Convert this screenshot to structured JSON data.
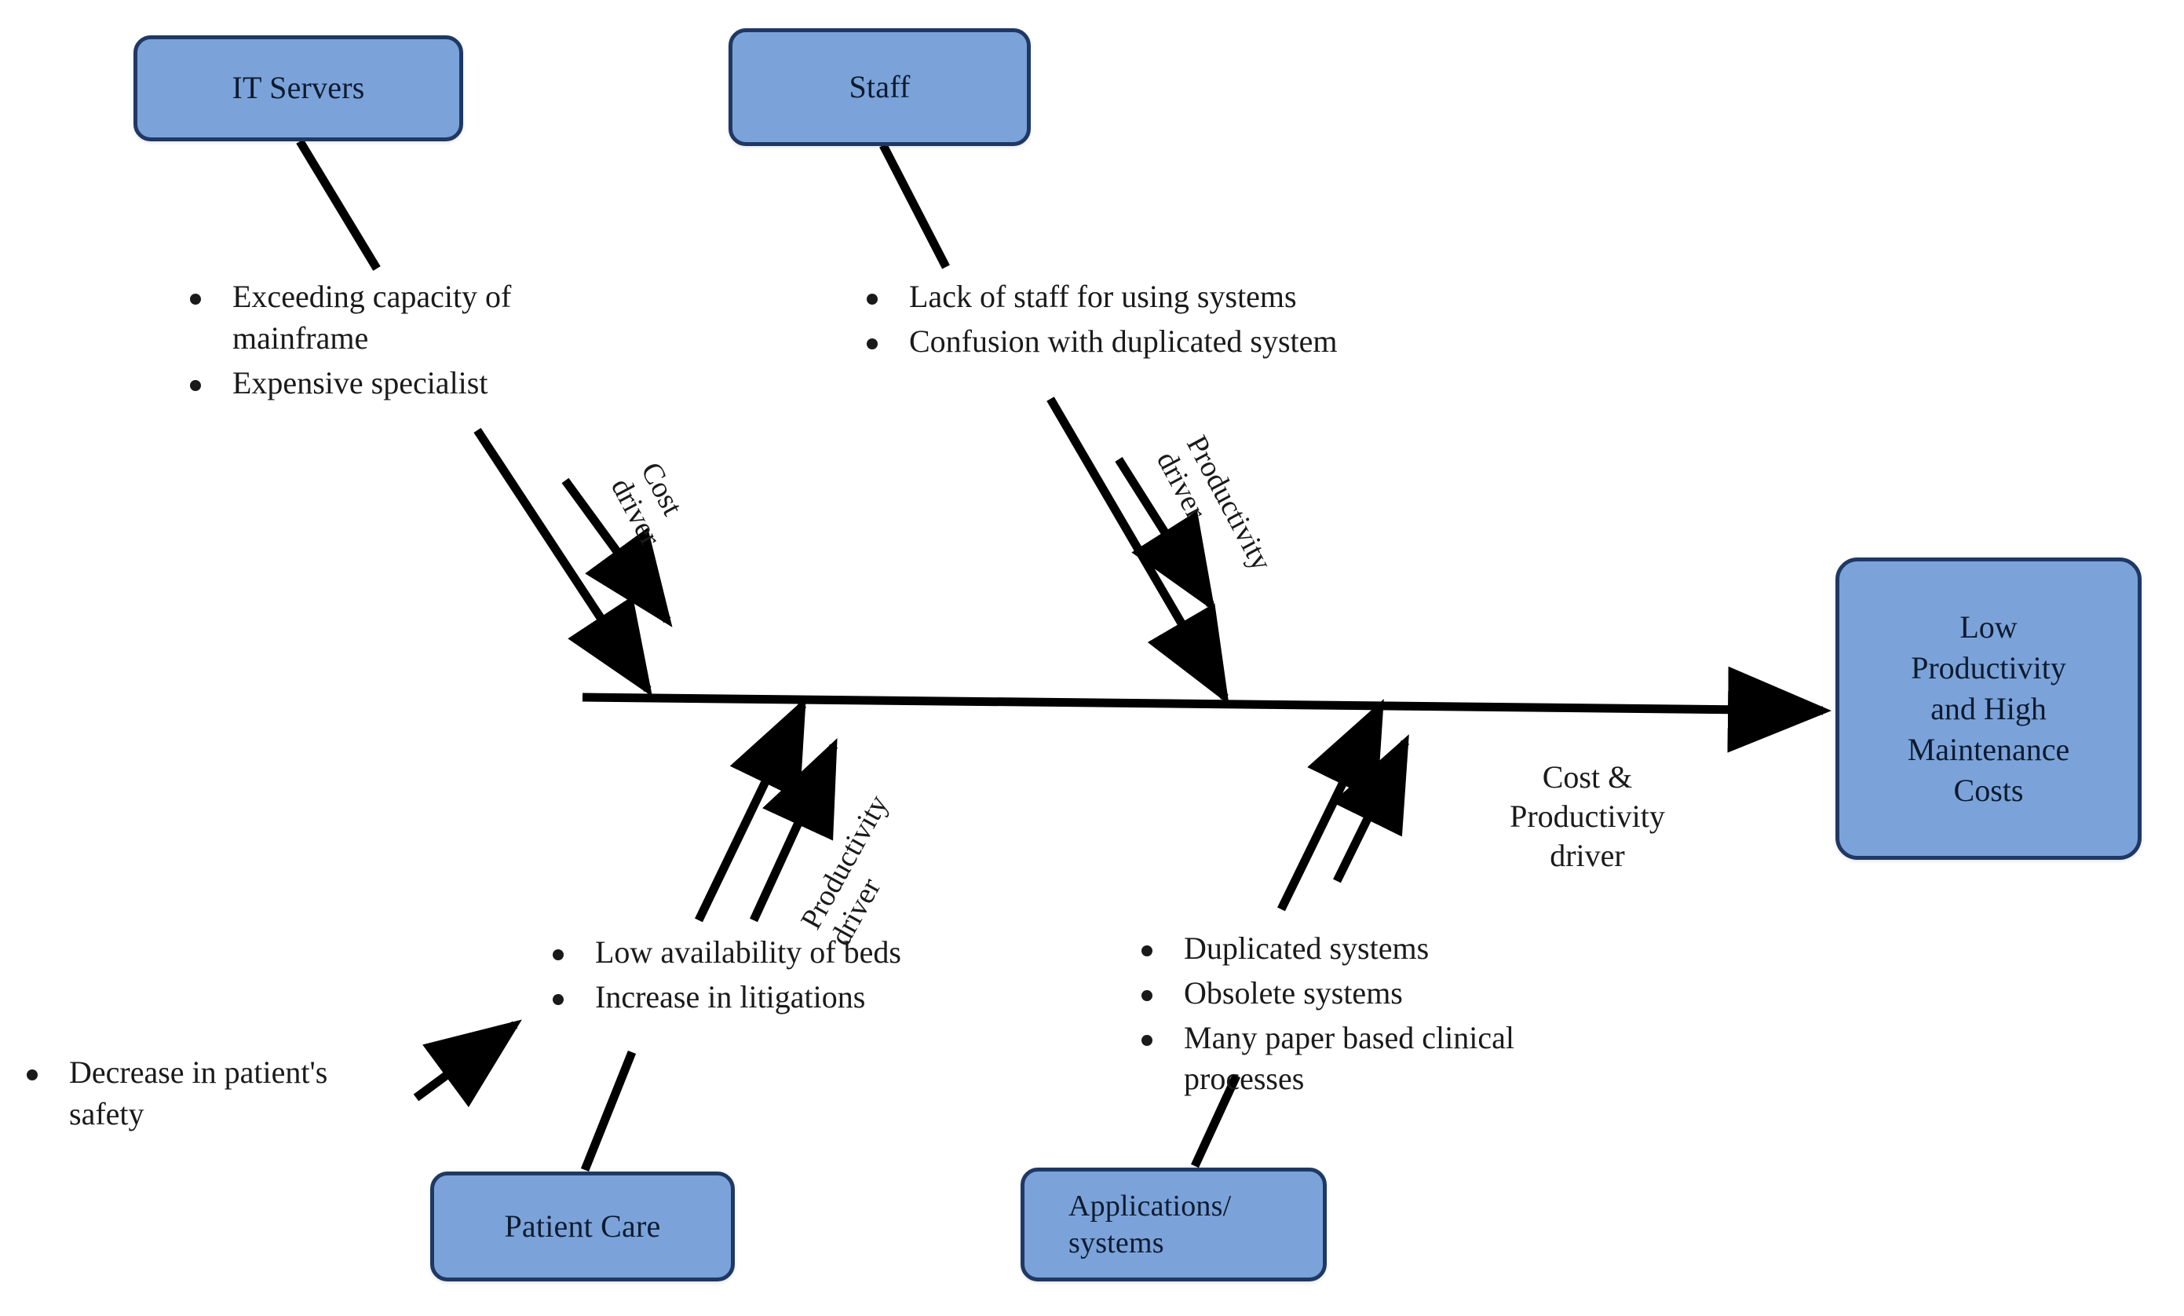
{
  "diagram": {
    "type": "fishbone-ishikawa",
    "title_text": "",
    "effect": {
      "label": "Low Productivity and High Maintenance Costs",
      "lines": [
        "Low",
        "Productivity",
        "and High",
        "Maintenance",
        "Costs"
      ]
    },
    "colors": {
      "box_fill": "#7ba3da",
      "box_border": "#1f3864",
      "text": "#1a1a1a",
      "line": "#000000",
      "background": "#ffffff"
    },
    "categories": [
      {
        "id": "it-servers",
        "label": "IT Servers",
        "position": "top-left",
        "causes": [
          "Exceeding capacity of mainframe",
          "Expensive specialist"
        ]
      },
      {
        "id": "staff",
        "label": "Staff",
        "position": "top-right",
        "causes": [
          "Lack of staff for using systems",
          "Confusion with duplicated system"
        ]
      },
      {
        "id": "patient-care",
        "label": "Patient Care",
        "position": "bottom-left",
        "causes": [
          "Low availability of beds",
          "Increase in litigations"
        ],
        "sub_causes": [
          "Decrease in patient's safety"
        ]
      },
      {
        "id": "applications-systems",
        "label": "Applications/ systems",
        "label_lines": [
          "Applications/",
          "systems"
        ],
        "position": "bottom-right",
        "causes": [
          "Duplicated systems",
          "Obsolete systems",
          "Many paper based clinical processes"
        ]
      }
    ],
    "driver_labels": [
      {
        "id": "cost-driver",
        "lines": [
          "Cost",
          "driver"
        ],
        "text": "Cost driver",
        "orientation": "rotated-down",
        "attached_to": "it-servers"
      },
      {
        "id": "productivity-driver-staff",
        "lines": [
          "Productivity",
          "driver"
        ],
        "text": "Productivity driver",
        "orientation": "rotated-down",
        "attached_to": "staff"
      },
      {
        "id": "productivity-driver-patient-care",
        "lines": [
          "Productivity",
          "driver"
        ],
        "text": "Productivity driver",
        "orientation": "rotated-up",
        "attached_to": "patient-care"
      },
      {
        "id": "cost-productivity-driver",
        "lines": [
          "Cost &",
          "Productivity",
          "driver"
        ],
        "text": "Cost & Productivity driver",
        "orientation": "horizontal",
        "attached_to": "applications-systems"
      }
    ]
  }
}
